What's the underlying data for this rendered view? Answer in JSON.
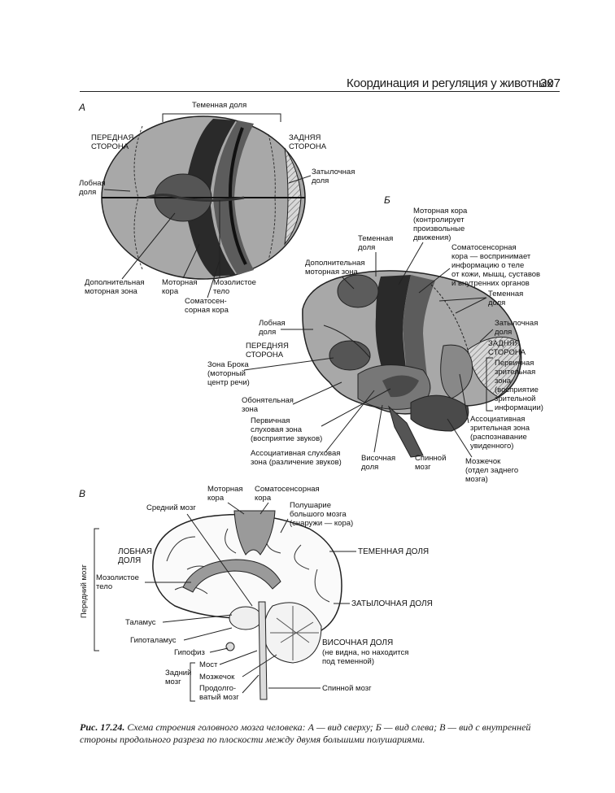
{
  "header": {
    "title": "Координация и регуляция у животных",
    "page": "307"
  },
  "panels": {
    "a": "А",
    "b": "Б",
    "c": "В"
  },
  "panel_a": {
    "top_label": "Теменная доля",
    "front": [
      "ПЕРЕДНАЯ",
      "СТОРОНА"
    ],
    "back": [
      "ЗАДНЯЯ",
      "СТОРОНА"
    ],
    "frontal": [
      "Лобная",
      "доля"
    ],
    "occipital": [
      "Затылочная",
      "доля"
    ],
    "supp_motor": [
      "Дополнительная",
      "моторная зона"
    ],
    "motor": [
      "Моторная",
      "кора"
    ],
    "callosum": [
      "Мозолистое",
      "тело"
    ],
    "somato": [
      "Соматосен-",
      "сорная кора"
    ]
  },
  "panel_b": {
    "motor": [
      "Моторная кора",
      "(контролирует",
      "произвольные",
      "движения)"
    ],
    "parietal_top": [
      "Теменная",
      "доля"
    ],
    "somato": [
      "Соматосенсорная",
      "кора — воспринимает",
      "информацию о теле",
      "от кожи, мышц, суставов",
      "и внутренних органов"
    ],
    "supp_motor": [
      "Дополнительная",
      "моторная зона"
    ],
    "parietal_right": [
      "Теменная",
      "доля"
    ],
    "frontal": [
      "Лобная",
      "доля"
    ],
    "occipital": [
      "Затылочная",
      "доля"
    ],
    "front": [
      "ПЕРЕДНЯЯ",
      "СТОРОНА"
    ],
    "back": [
      "ЗАДНЯЯ",
      "СТОРОНА"
    ],
    "broca": [
      "Зона Брока",
      "(моторный",
      "центр речи)"
    ],
    "visual": [
      "Первичная",
      "зрительная",
      "зона",
      "(восприятие",
      "зрительной",
      "информации)"
    ],
    "olfactory": [
      "Обонятельная",
      "зона"
    ],
    "assoc_visual": [
      "Ассоциативная",
      "зрительная зона",
      "(распознавание",
      "увиденного)"
    ],
    "auditory": [
      "Первичная",
      "слуховая зона",
      "(восприятие звуков)"
    ],
    "assoc_auditory": [
      "Ассоциативная слуховая",
      "зона (различение звуков)"
    ],
    "temporal": [
      "Височная",
      "доля"
    ],
    "spinal": [
      "Спинной",
      "мозг"
    ],
    "cerebellum": [
      "Мозжечок",
      "(отдел заднего",
      "мозга)"
    ]
  },
  "panel_c": {
    "motor": [
      "Моторная",
      "кора"
    ],
    "somato": [
      "Соматосенсорная",
      "кора"
    ],
    "midbrain": "Средний мозг",
    "hemisphere": [
      "Полушарие",
      "большого мозга",
      "(снаружи — кора)"
    ],
    "frontal": [
      "ЛОБНАЯ",
      "ДОЛЯ"
    ],
    "parietal": "ТЕМЕННАЯ ДОЛЯ",
    "forebrain": "Передний мозг",
    "callosum": [
      "Мозолистое",
      "тело"
    ],
    "occipital": "ЗАТЫЛОЧНАЯ ДОЛЯ",
    "thalamus": "Таламус",
    "hypothalamus": "Гипоталамус",
    "temporal": [
      "ВИСОЧНАЯ ДОЛЯ",
      "(не видна, но находится",
      "под теменной)"
    ],
    "pituitary": "Гипофиз",
    "hindbrain": [
      "Задний",
      "мозг"
    ],
    "pons": "Мост",
    "cerebellum": "Мозжечок",
    "medulla": [
      "Продолго-",
      "ватый мозг"
    ],
    "spinal": "Спинной мозг"
  },
  "caption": {
    "prefix": "Рис. 17.24.",
    "text": "Схема строения головного мозга человека: А — вид сверху; Б — вид слева; В — вид с внутренней стороны продольного разреза по плоскости между двумя большими полушариями."
  }
}
